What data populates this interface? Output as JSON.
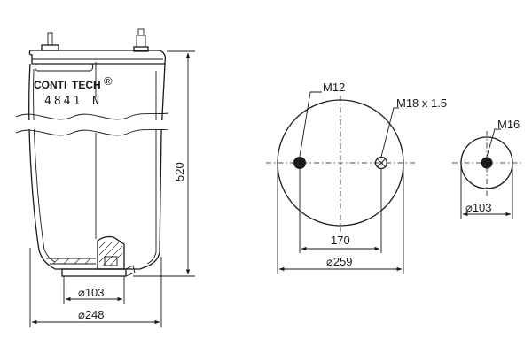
{
  "brand": {
    "text_left": "CONTI",
    "text_right": "TECH",
    "mark": "®"
  },
  "part_number": "4841 N",
  "bellow": {
    "height_label": "520",
    "outer_diameter_label": "⌀248",
    "piston_diameter_label": "⌀103"
  },
  "top_plate": {
    "thread_large_label": "M12",
    "thread_small_label": "M18 x 1.5",
    "bolt_spacing_label": "170",
    "diameter_label": "⌀259"
  },
  "bottom_plate": {
    "thread_label": "M16",
    "diameter_label": "⌀103"
  }
}
